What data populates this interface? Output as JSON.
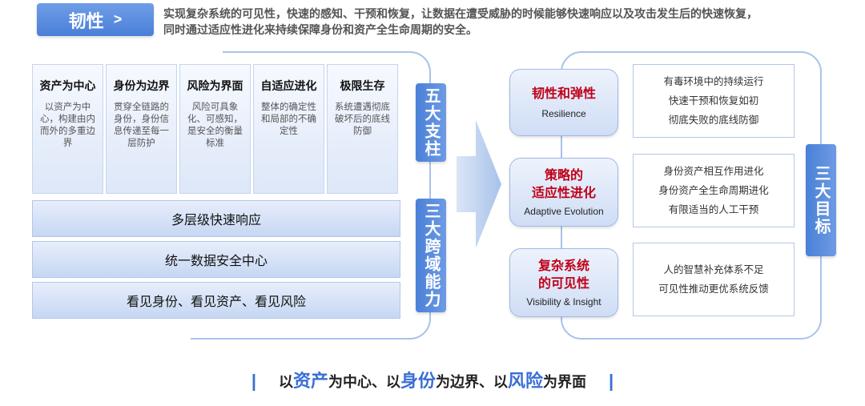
{
  "header": {
    "badge_label": "韧性",
    "badge_arrow": ">",
    "intro_line1": "实现复杂系统的可见性，快速的感知、干预和恢复，让数据在遭受威胁的时候能够快速响应以及攻击发生后的快速恢复，",
    "intro_line2": "同时通过适应性进化来持续保障身份和资产全生命周期的安全。"
  },
  "pillars": [
    {
      "title": "资产为中心",
      "body": "以资产为中心，构建由内而外的多重边界"
    },
    {
      "title": "身份为边界",
      "body": "贯穿全链路的身份，身份信息传递至每一层防护"
    },
    {
      "title": "风险为界面",
      "body": "风险可具象化、可感知，是安全的衡量标准"
    },
    {
      "title": "自适应进化",
      "body": "整体的确定性和局部的不确定性"
    },
    {
      "title": "极限生存",
      "body": "系统遭遇彻底破坏后的底线防御"
    }
  ],
  "bars": [
    "多层级快速响应",
    "统一数据安全中心",
    "看见身份、看见资产、看见风险"
  ],
  "tabs": {
    "five_pillars": "五大支柱",
    "three_capabilities": "三大跨域能力",
    "three_goals": "三大目标"
  },
  "goals": [
    {
      "title": "韧性和弹性",
      "english": "Resilience",
      "lines": [
        "有毒环境中的持续运行",
        "快速干预和恢复如初",
        "彻底失败的底线防御"
      ]
    },
    {
      "title": "策略的\n适应性进化",
      "english": "Adaptive Evolution",
      "lines": [
        "身份资产相互作用进化",
        "身份资产全生命周期进化",
        "有限适当的人工干预"
      ]
    },
    {
      "title": "复杂系统\n的可见性",
      "english": "Visibility & Insight",
      "lines": [
        "人的智慧补充体系不足",
        "可见性推动更优系统反馈"
      ]
    }
  ],
  "footer": {
    "p1": "以",
    "h1": "资产",
    "p2": "为中心、以",
    "h2": "身份",
    "p3": "为边界、以",
    "h3": "风险",
    "p4": "为界面",
    "pipe": "|"
  },
  "colors": {
    "accent": "#4a7fd9",
    "goal_title": "#c00018",
    "highlight": "#3a6fd4"
  }
}
